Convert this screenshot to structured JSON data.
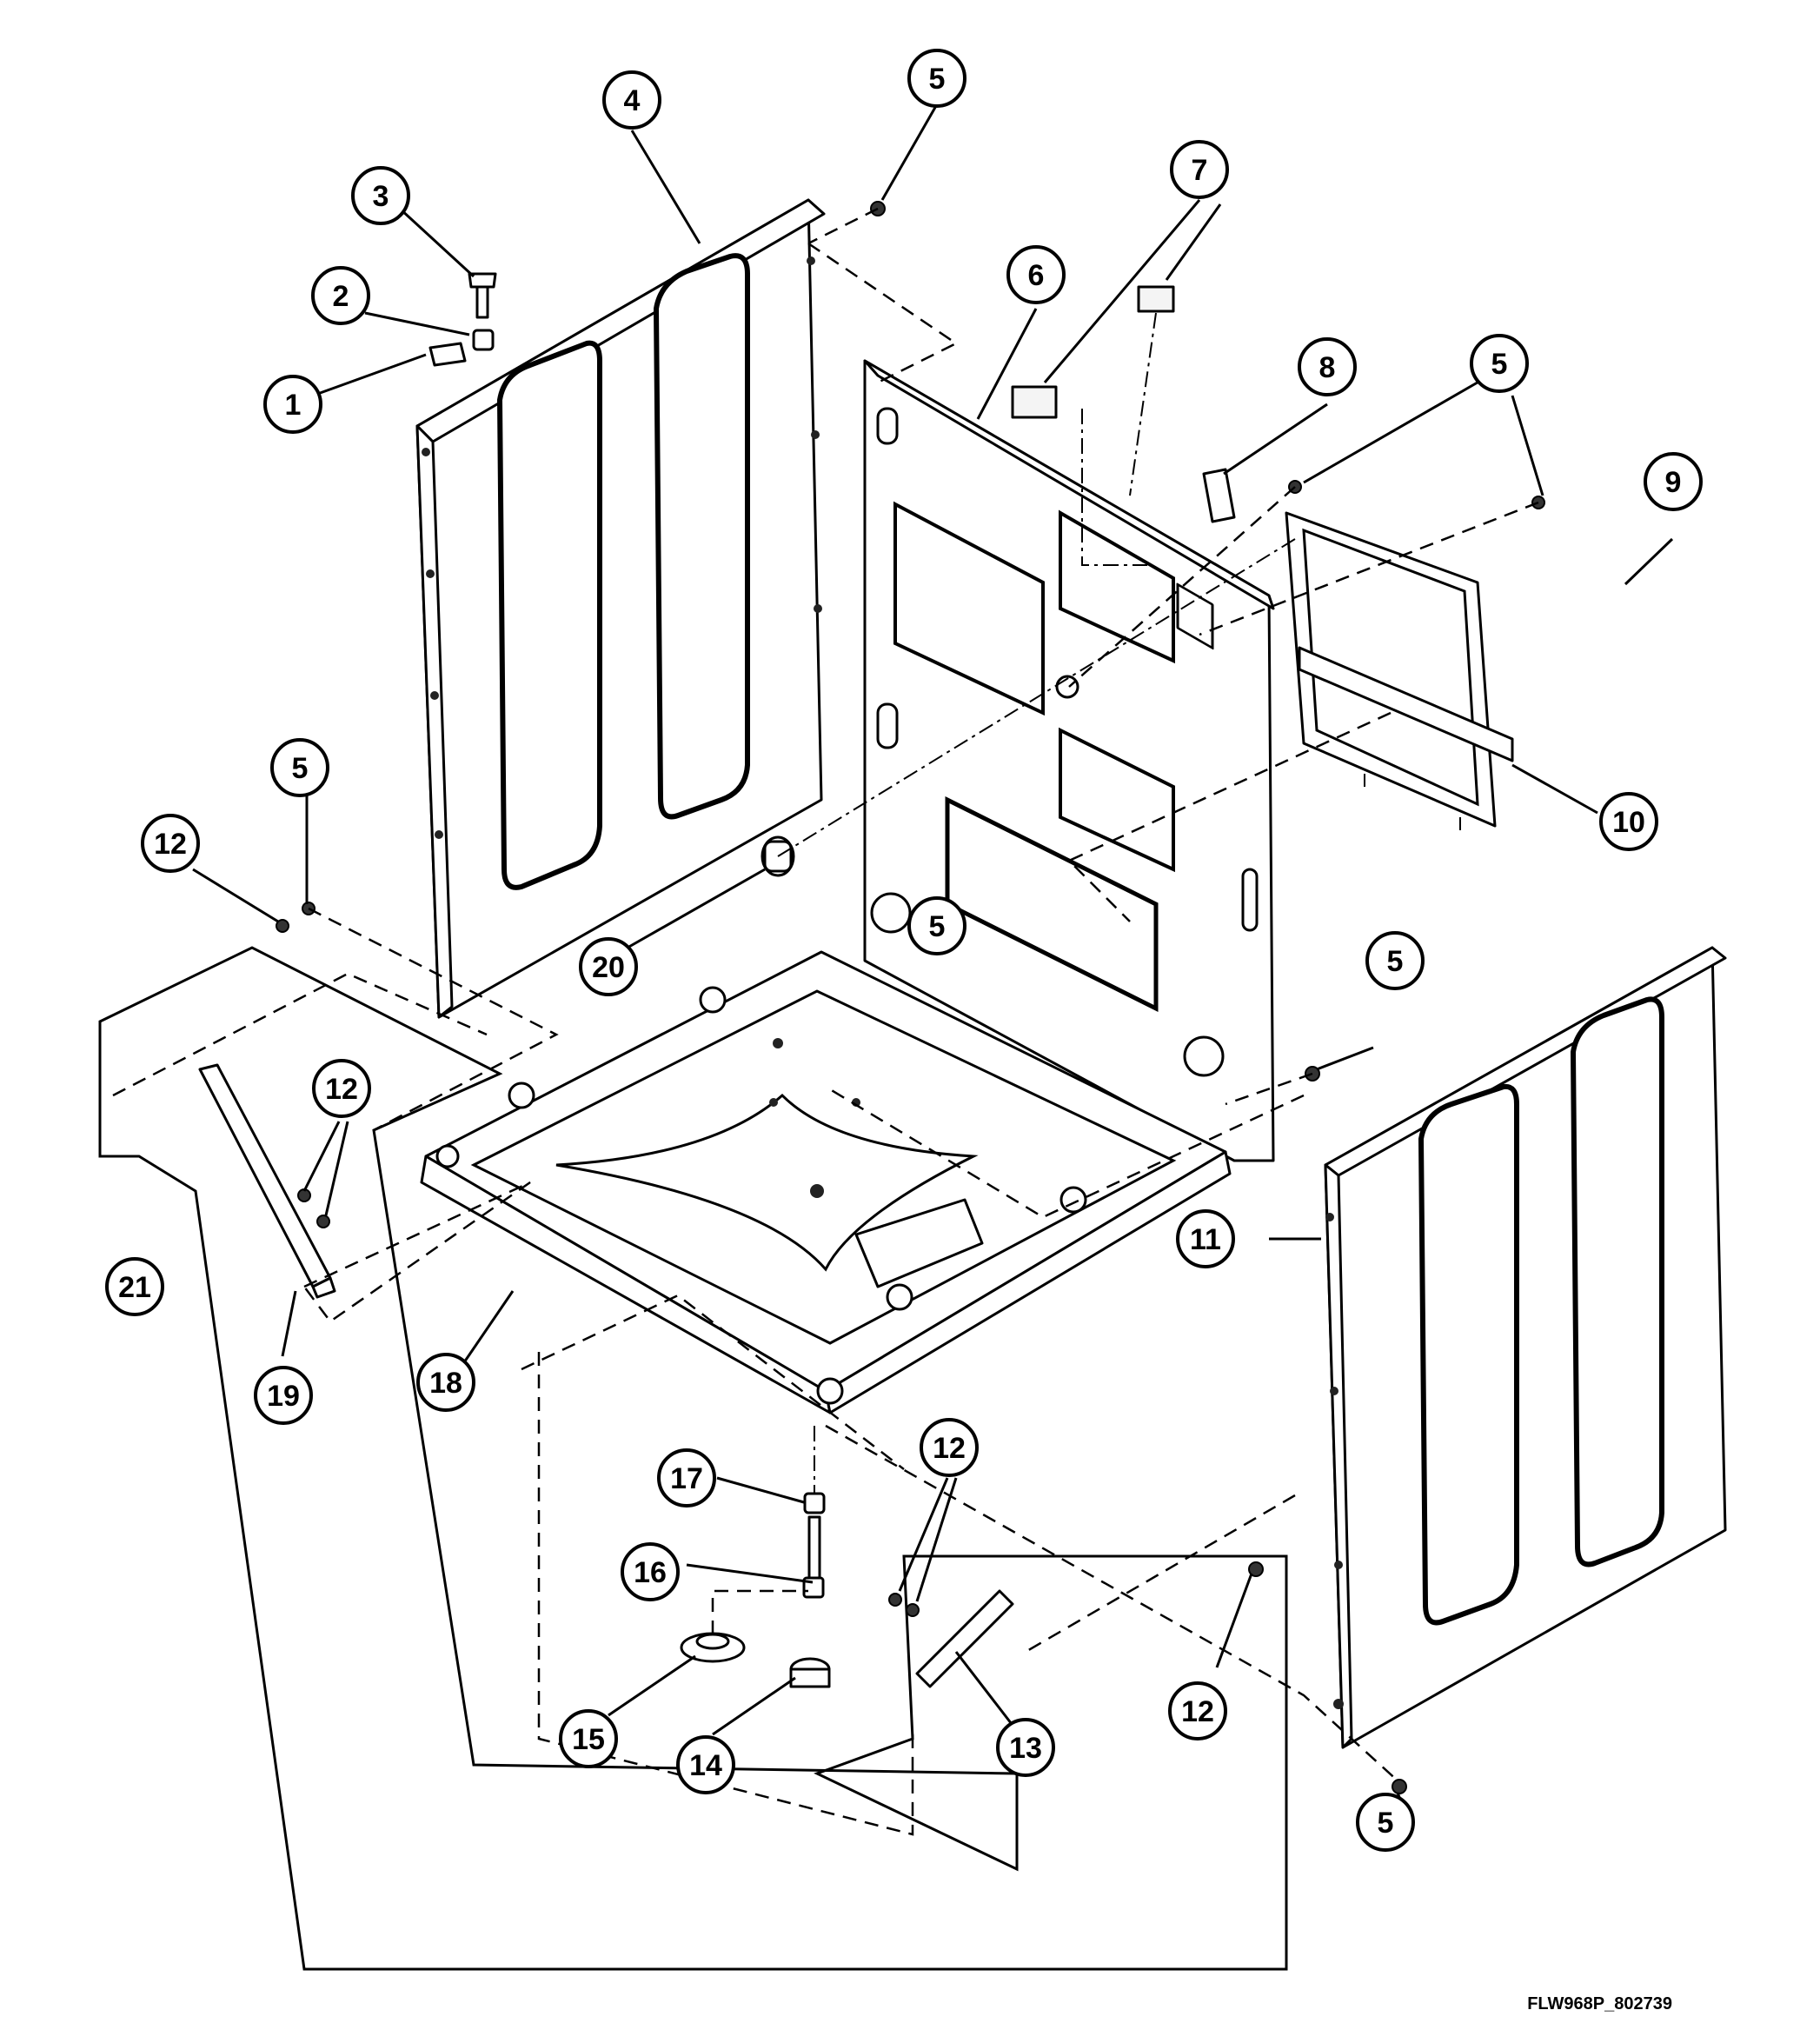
{
  "callouts": [
    {
      "label": "1"
    },
    {
      "label": "2"
    },
    {
      "label": "3"
    },
    {
      "label": "4"
    },
    {
      "label": "5"
    },
    {
      "label": "5"
    },
    {
      "label": "5"
    },
    {
      "label": "5"
    },
    {
      "label": "5"
    },
    {
      "label": "5"
    },
    {
      "label": "6"
    },
    {
      "label": "7"
    },
    {
      "label": "8"
    },
    {
      "label": "9"
    },
    {
      "label": "10"
    },
    {
      "label": "11"
    },
    {
      "label": "12"
    },
    {
      "label": "12"
    },
    {
      "label": "12"
    },
    {
      "label": "12"
    },
    {
      "label": "13"
    },
    {
      "label": "14"
    },
    {
      "label": "15"
    },
    {
      "label": "16"
    },
    {
      "label": "17"
    },
    {
      "label": "18"
    },
    {
      "label": "19"
    },
    {
      "label": "20"
    },
    {
      "label": "21"
    }
  ],
  "reference_code": "FLW968P_802739"
}
